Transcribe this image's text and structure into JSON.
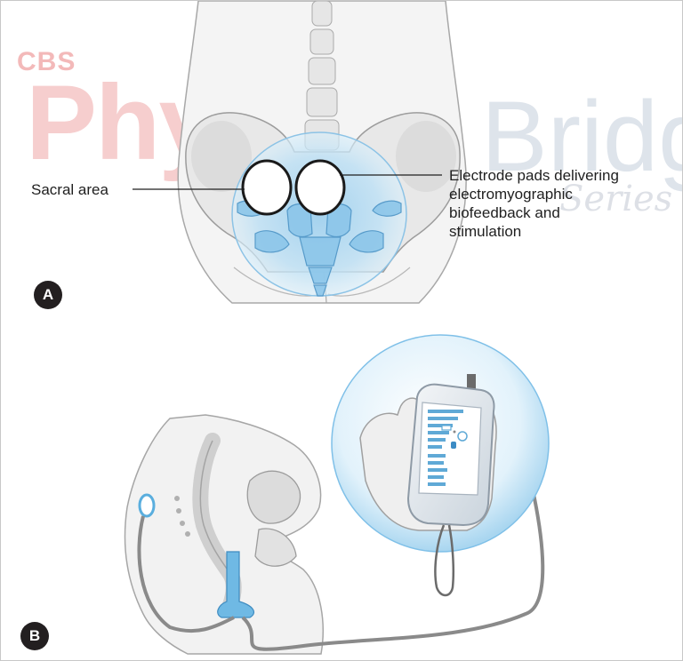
{
  "watermark": {
    "cbs": "CBS",
    "physio": "Physio",
    "bridge": "Bridge",
    "series": "Series"
  },
  "panel_a": {
    "badge": "A",
    "sacral_label": "Sacral area",
    "electrode_label_lines": [
      "Electrode pads delivering",
      "electromyographic",
      "biofeedback and",
      "stimulation"
    ]
  },
  "panel_b": {
    "badge": "B"
  },
  "colors": {
    "skin_outline": "#9a9a9a",
    "skin_fill": "#f2f2f2",
    "bone_fill": "#e6e6e6",
    "glow_blue": "#b7dcf3",
    "device_blue": "#6fb9e4",
    "cable": "#8a8a8a",
    "badge": "#231f20"
  }
}
